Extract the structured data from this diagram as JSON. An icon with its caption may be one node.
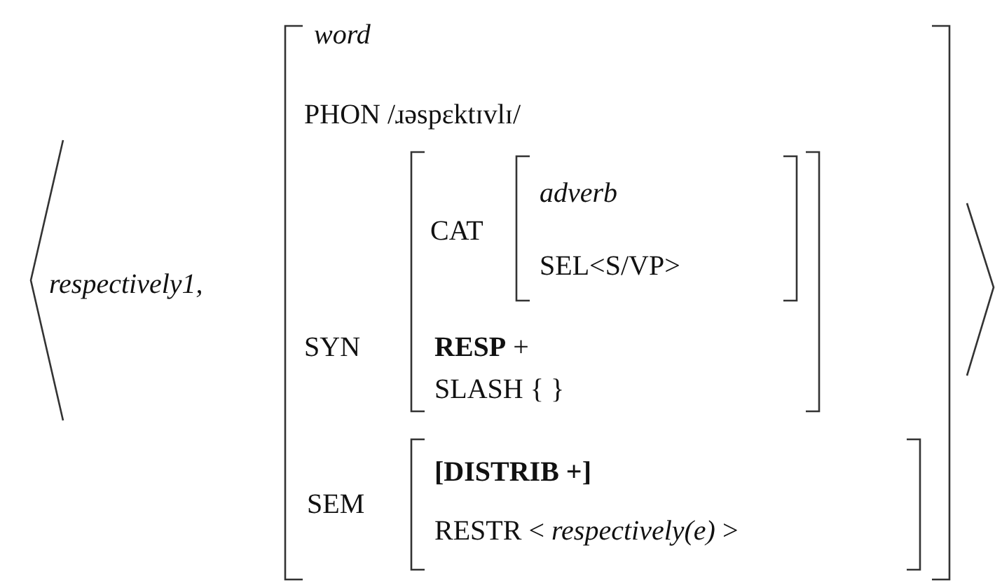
{
  "diagram": {
    "nodes": [
      {
        "text": [
          "respectively1,"
        ]
      },
      {
        "text": [
          "word",
          "PHON /ɹəspɛktɪvlɪ/",
          "SYN",
          "SEM"
        ],
        "in": 0
      },
      {
        "text": [
          "CAT",
          "**RESP** +",
          "SLASH { }"
        ],
        "in": 1
      },
      {
        "text": [
          "adverb",
          "SEL<S/VP>"
        ],
        "in": 2
      },
      {
        "text": [
          "[DISTRIB +]",
          "RESTR < *respectively(e)* >"
        ],
        "in": 1
      }
    ]
  }
}
